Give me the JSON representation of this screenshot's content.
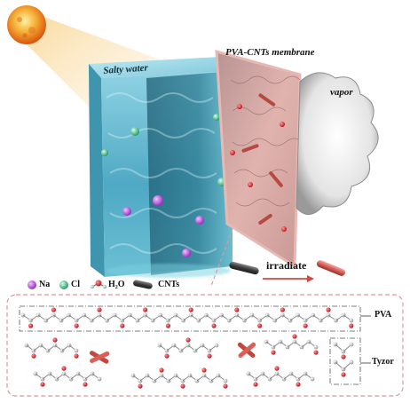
{
  "labels": {
    "salty_water": "Salty water",
    "membrane": "PVA-CNTs membrane",
    "vapor": "vapor",
    "irradiate": "irradiate",
    "pva": "PVA",
    "tyzor": "Tyzor"
  },
  "legend": [
    {
      "icon": "sodium-ion-icon",
      "label": "Na",
      "color": "#b24ad8"
    },
    {
      "icon": "chloride-ion-icon",
      "label": "Cl",
      "color": "#2fb57e"
    },
    {
      "icon": "water-molecule-icon",
      "label": "H₂O",
      "color": "#d8232a"
    },
    {
      "icon": "carbon-nanotube-icon",
      "label": "CNTs",
      "color": "#555555"
    }
  ],
  "colors": {
    "sun": "#f3a01b",
    "water_block": "#5fb8cf",
    "membrane": "#d9a6a2",
    "cnt_dark": "#4a4a4a",
    "cnt_irradiated": "#d9706a",
    "oxygen": "#d8232a",
    "frame": "#d89aa0"
  }
}
